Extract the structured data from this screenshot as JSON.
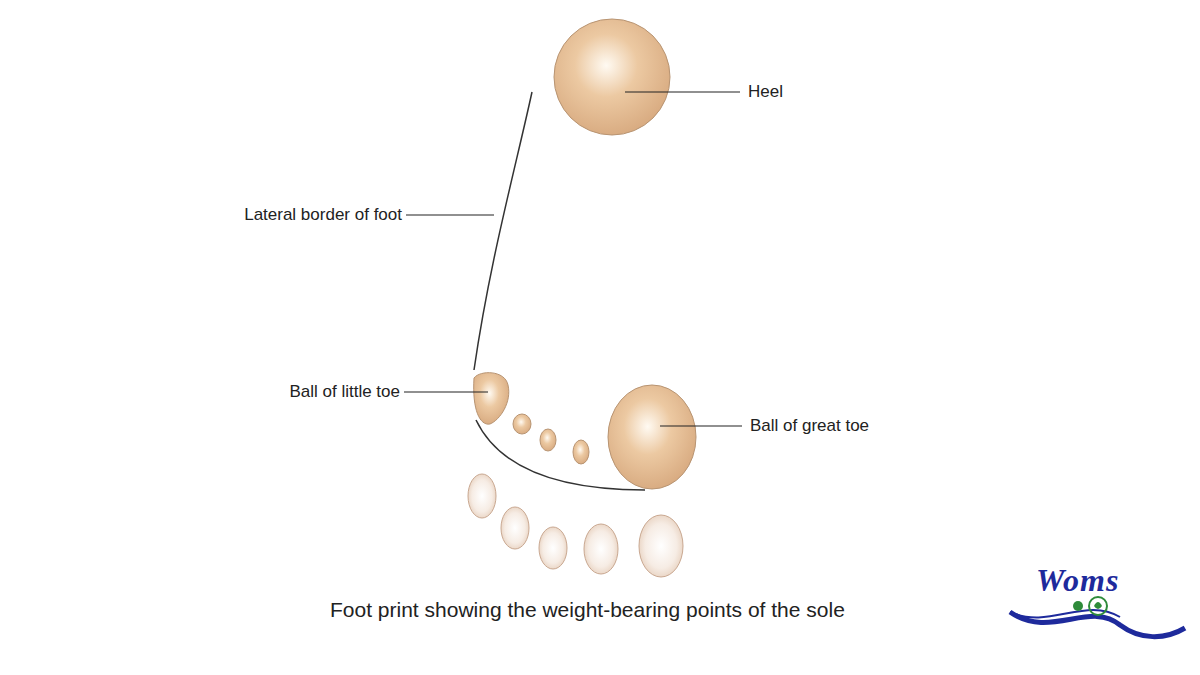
{
  "diagram": {
    "caption": "Foot print showing the weight-bearing points of the sole",
    "labels": [
      "Heel",
      "Lateral border of foot",
      "Ball of little toe",
      "Ball of great toe",
      "Woms"
    ]
  }
}
